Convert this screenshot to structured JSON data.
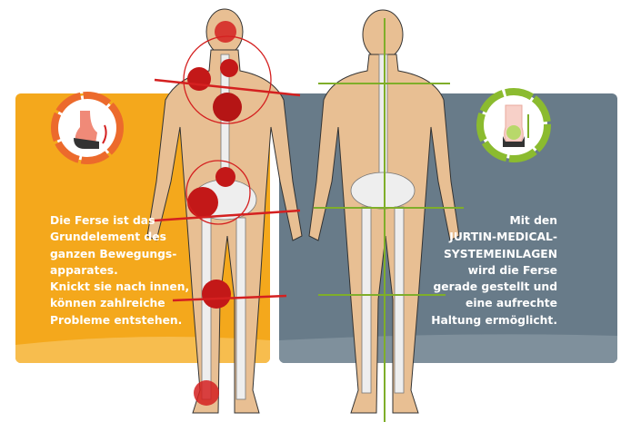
{
  "left_panel": {
    "lines": [
      "Die Ferse ist das",
      "Grundelement des",
      "ganzen Bewegungs-",
      "apparates.",
      "Knickt sie nach innen,",
      "können zahlreiche",
      "Probleme entstehen."
    ],
    "icon": "heel-tilted-icon",
    "color": "#f4a81c",
    "highlight_color": "#d42020"
  },
  "right_panel": {
    "lines": [
      "Mit den",
      "JURTIN-MEDICAL-",
      "SYSTEMEINLAGEN",
      "wird die Ferse",
      "gerade gestellt und",
      "eine aufrechte",
      "Haltung ermöglicht."
    ],
    "icon": "heel-straight-icon",
    "color": "#687b89",
    "guide_color": "#7fae2a"
  }
}
